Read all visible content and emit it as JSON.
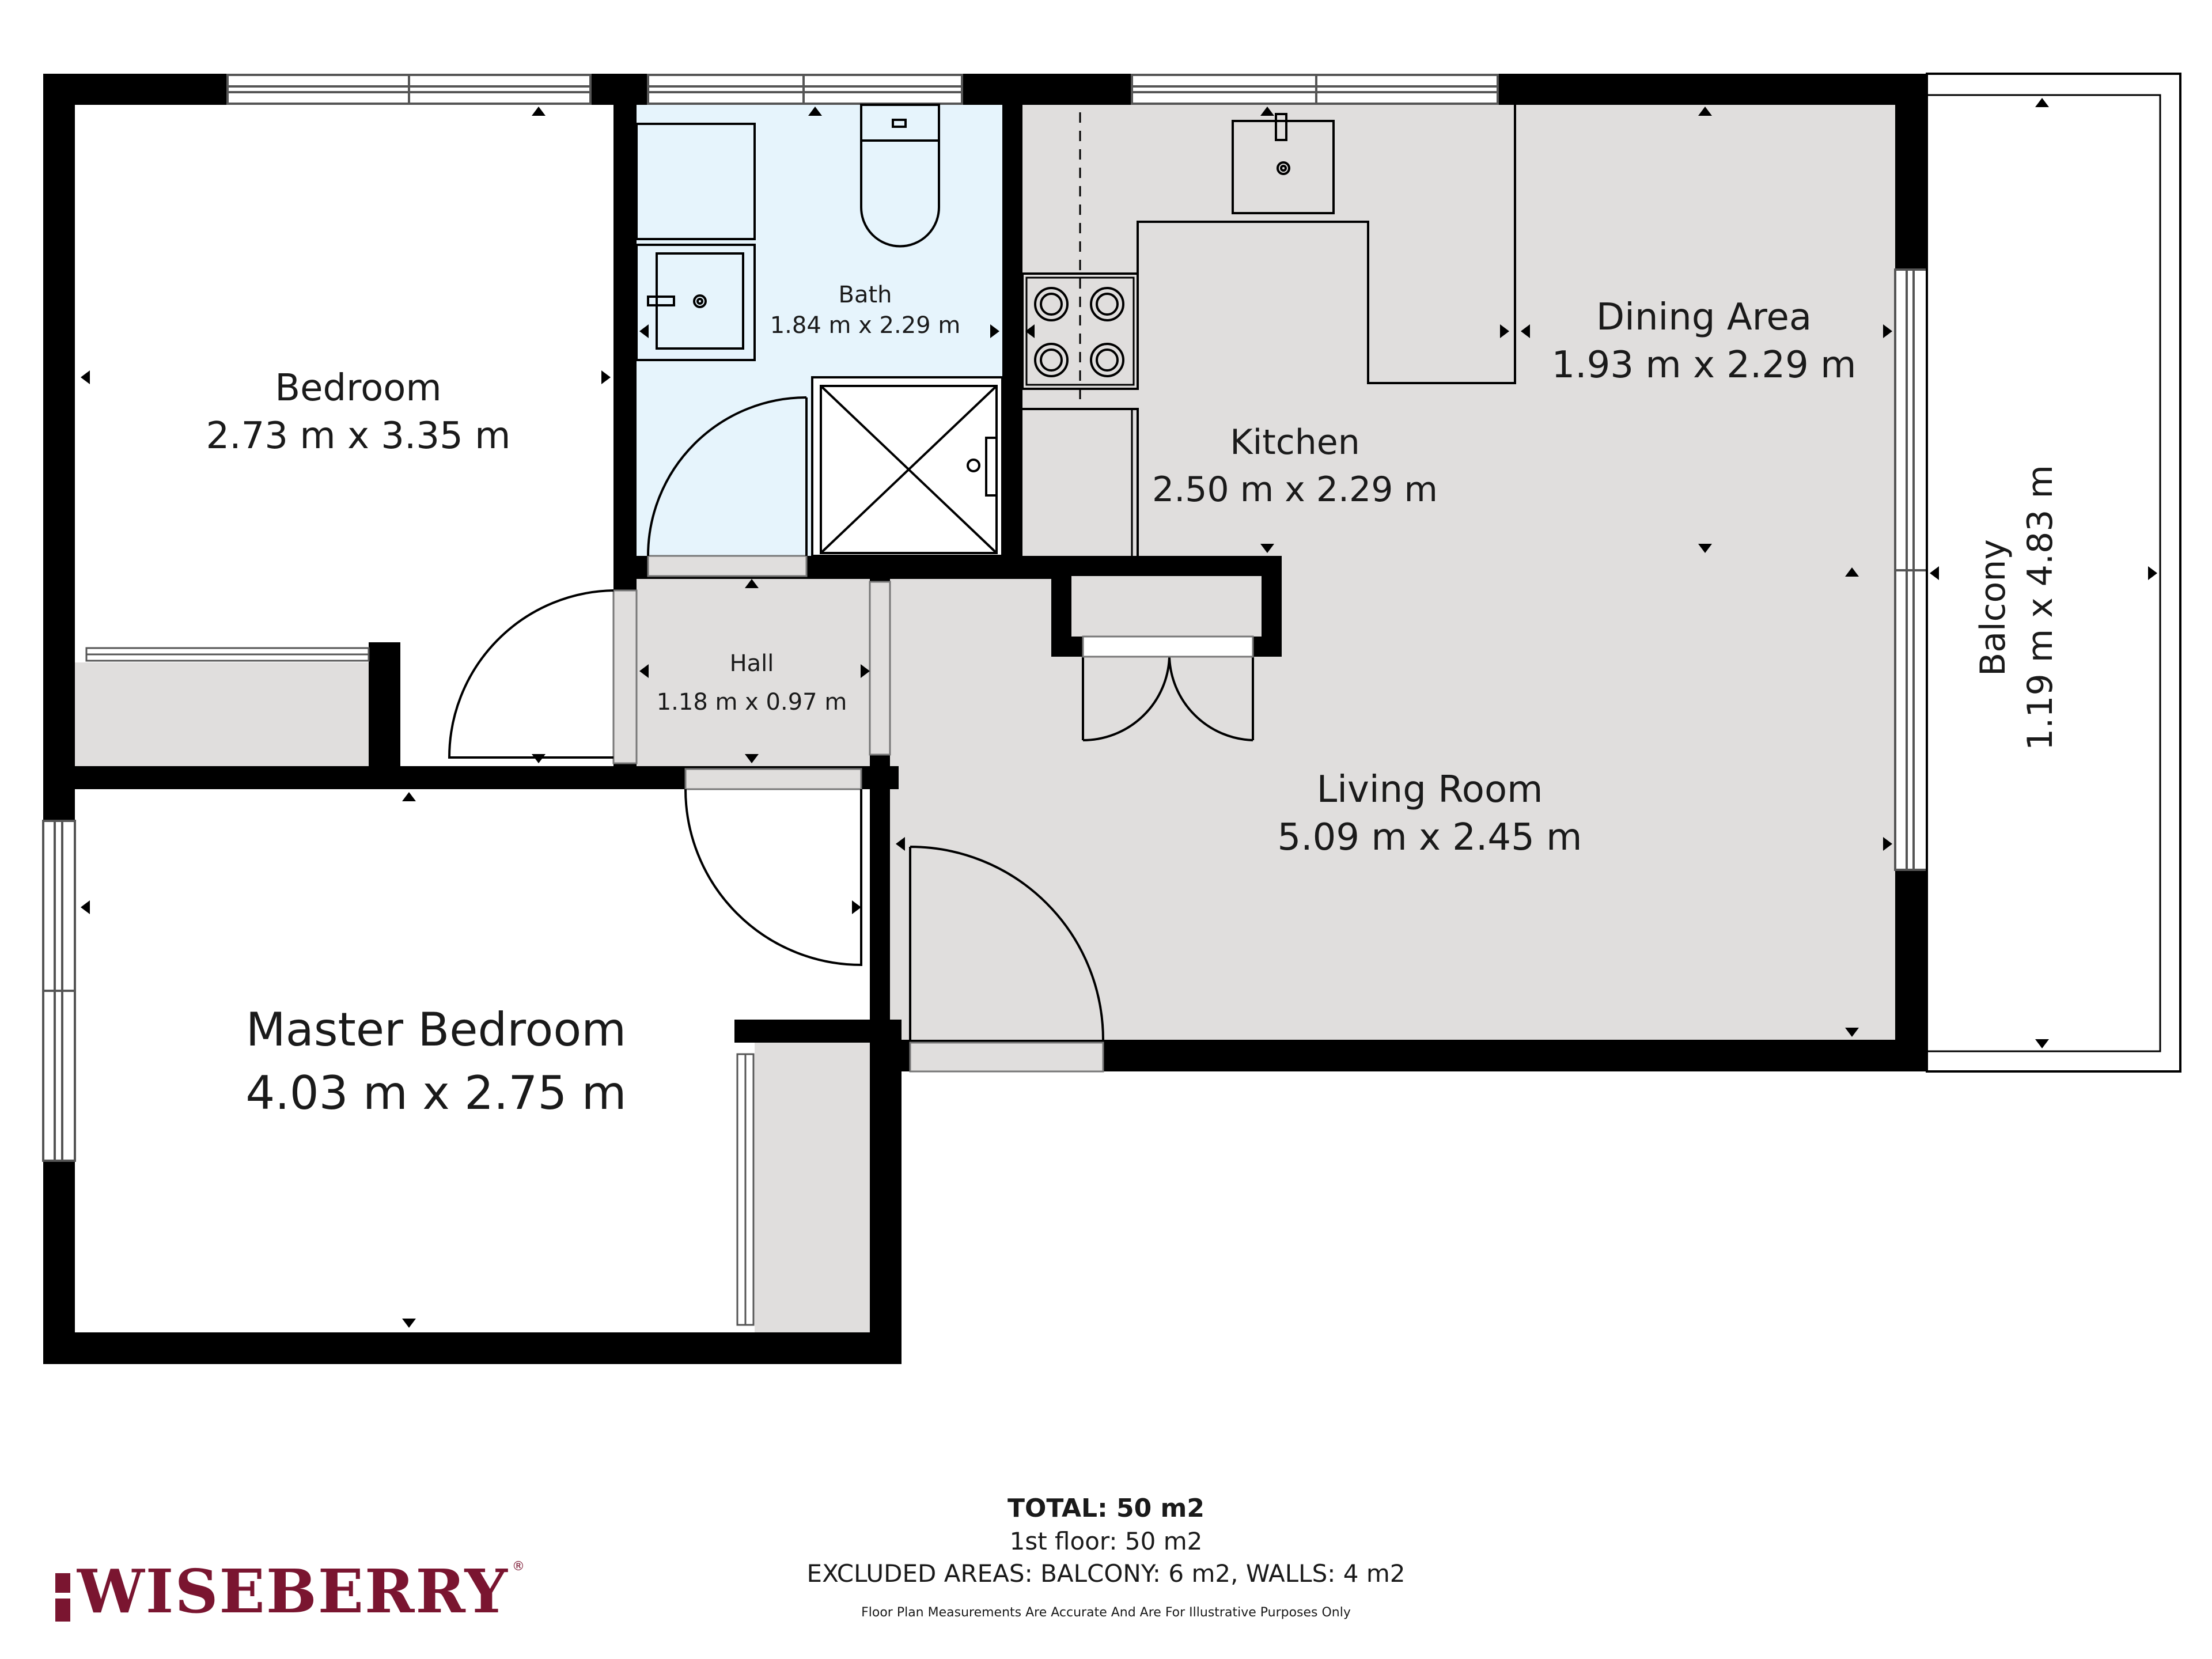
{
  "rooms": {
    "bedroom": {
      "name": "Bedroom",
      "size": "2.73 m x 3.35 m"
    },
    "bath": {
      "name": "Bath",
      "size": "1.84 m x 2.29 m"
    },
    "kitchen": {
      "name": "Kitchen",
      "size": "2.50 m x 2.29 m"
    },
    "dining": {
      "name": "Dining Area",
      "size": "1.93 m x 2.29 m"
    },
    "hall": {
      "name": "Hall",
      "size": "1.18 m x 0.97 m"
    },
    "living": {
      "name": "Living Room",
      "size": "5.09 m x 2.45 m"
    },
    "master": {
      "name": "Master Bedroom",
      "size": "4.03 m x 2.75 m"
    },
    "balcony": {
      "name": "Balcony",
      "size": "1.19 m x 4.83 m"
    }
  },
  "summary": {
    "total": "TOTAL: 50 m2",
    "floor": "1st floor: 50 m2",
    "excluded": "EXCLUDED AREAS: BALCONY: 6 m2, WALLS: 4 m2",
    "disclaimer": "Floor Plan Measurements Are Accurate And Are For Illustrative Purposes Only"
  },
  "brand": {
    "name": "WISEBERRY",
    "reg": "®",
    "color": "#7a1530"
  },
  "colors": {
    "wall": "#000000",
    "floor_grey": "#e0dedd",
    "bath_blue": "#e6f4fc",
    "room_white": "#ffffff"
  }
}
